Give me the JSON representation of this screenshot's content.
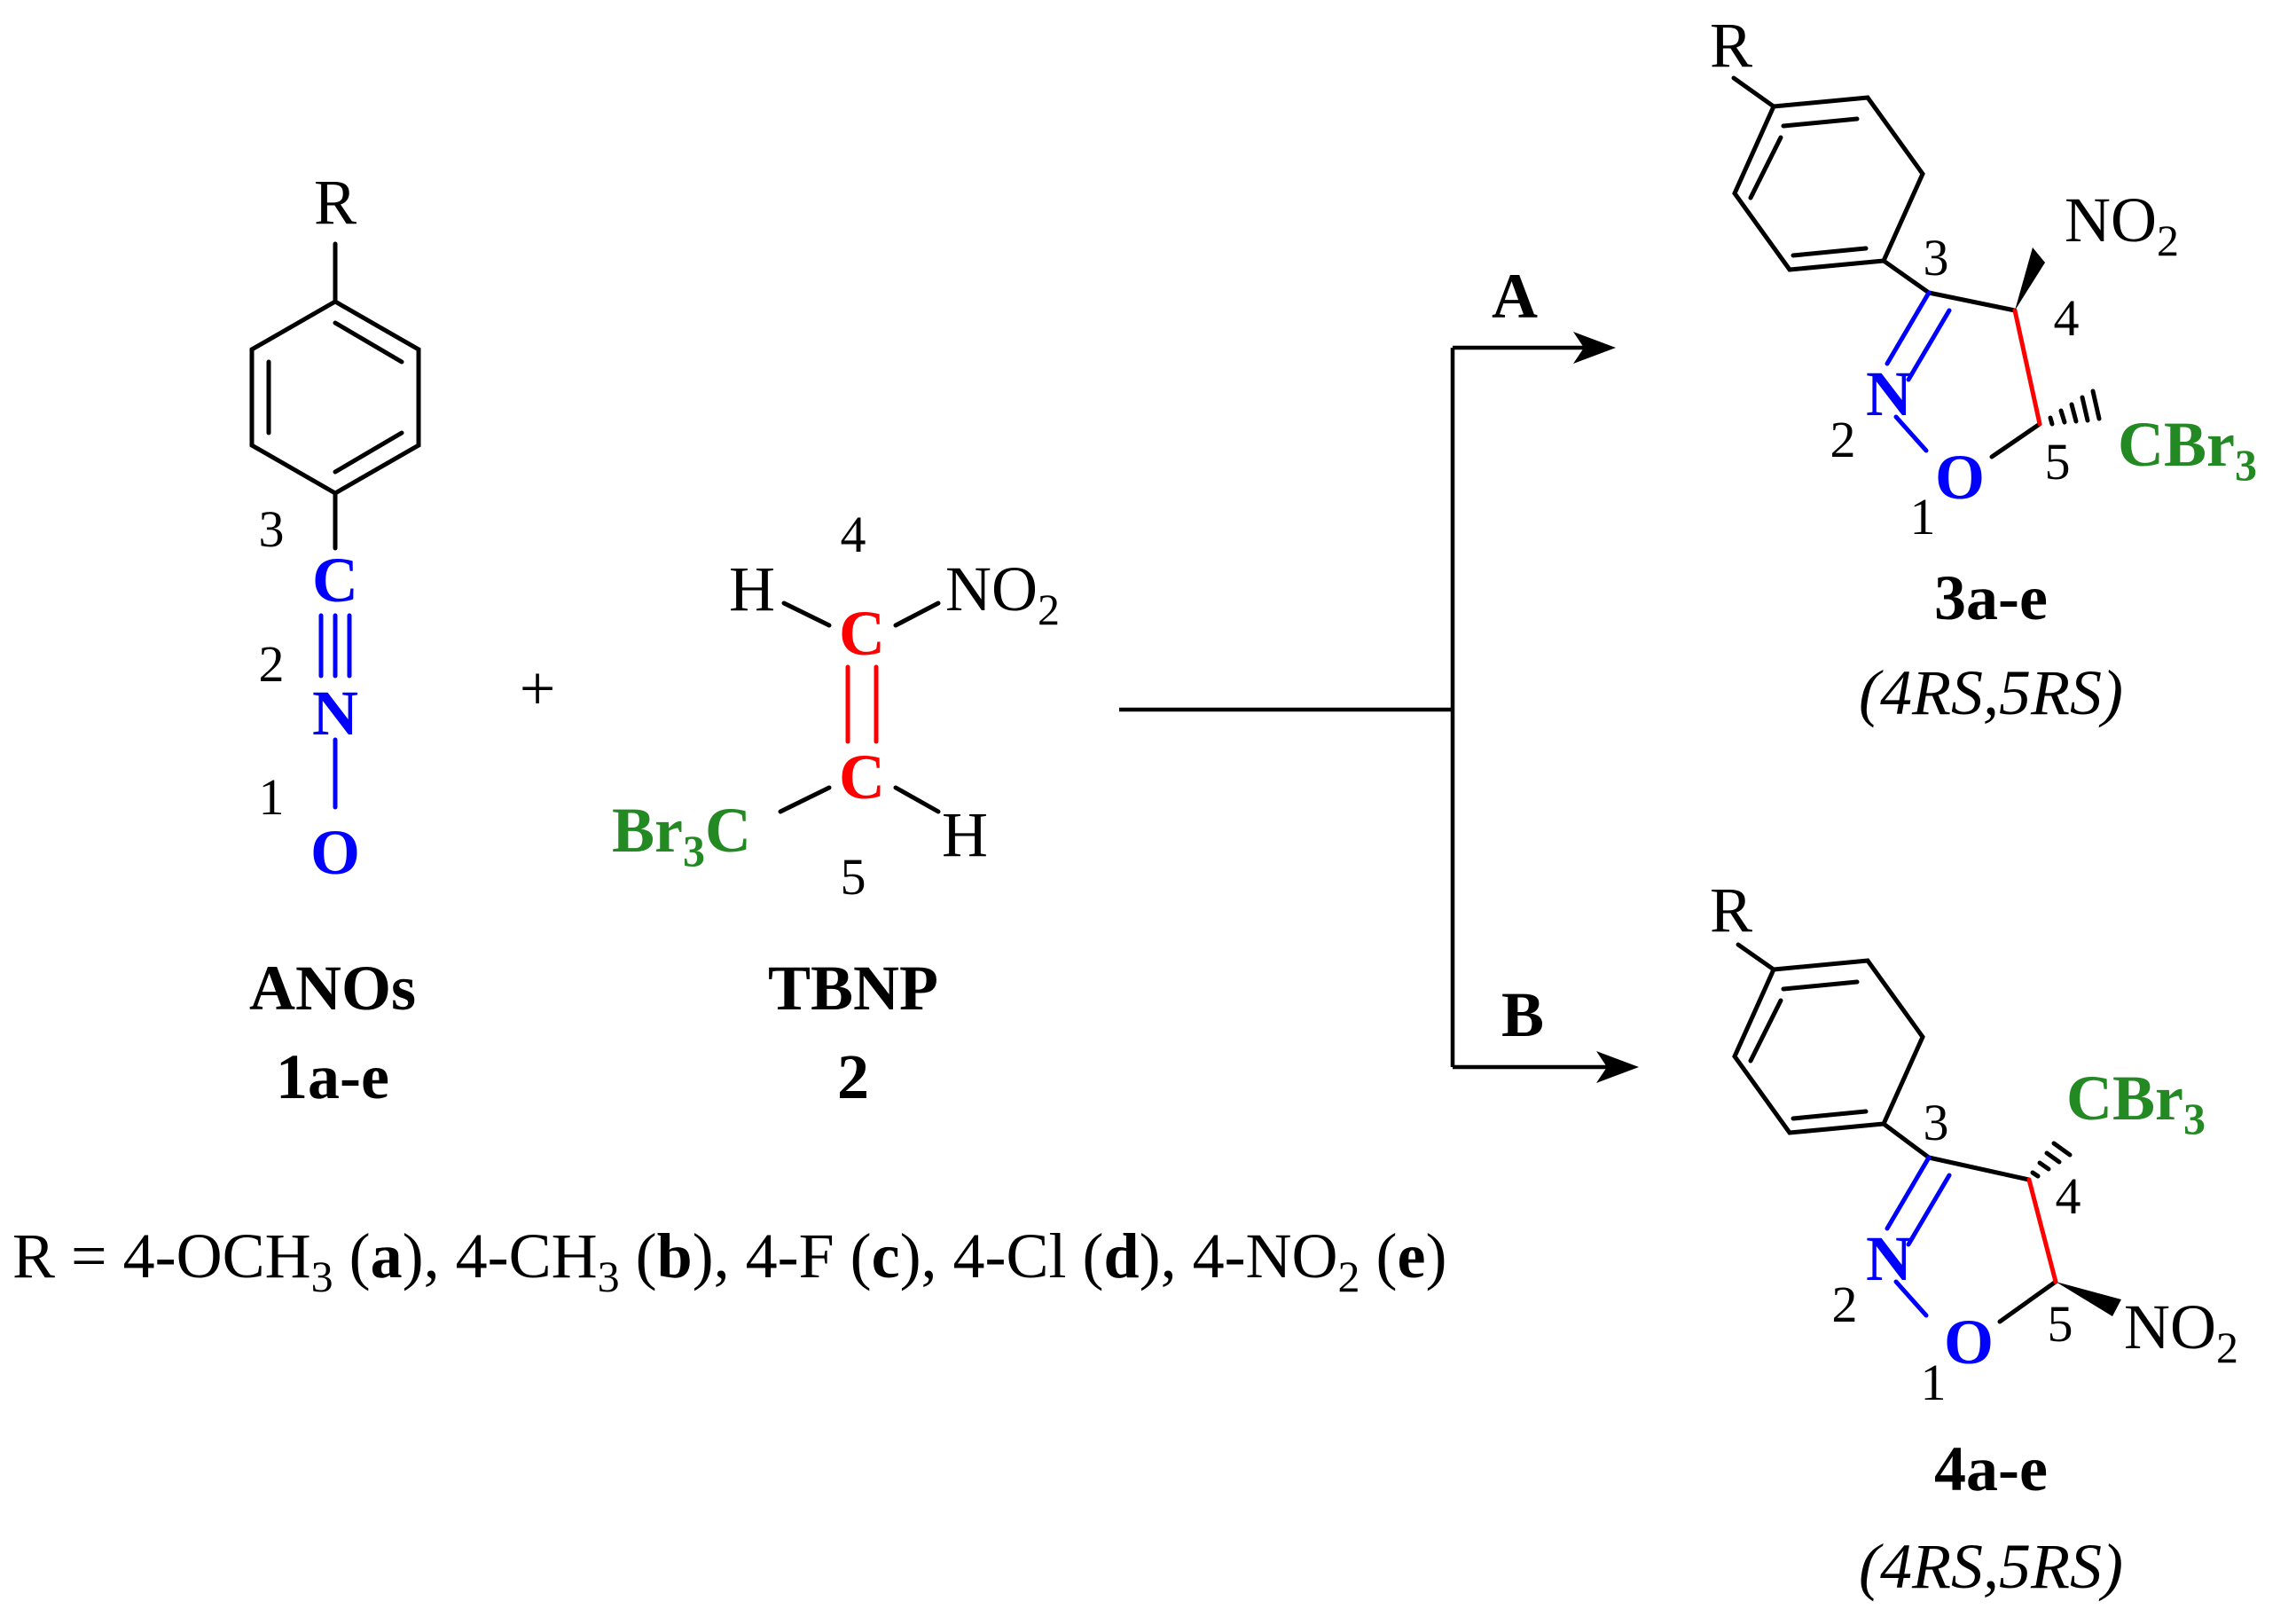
{
  "colors": {
    "text": "#000000",
    "nitrogen_oxygen": "#0000ff",
    "alkene_carbon": "#ff0000",
    "bromine_group": "#238923",
    "background": "#ffffff"
  },
  "reactant1": {
    "R": "R",
    "C": "C",
    "N": "N",
    "O": "O",
    "n3": "3",
    "n2": "2",
    "n1": "1",
    "name": "ANOs",
    "number": "1a-e"
  },
  "plus": "+",
  "reactant2": {
    "H_left": "H",
    "C4": "C",
    "NO": "NO",
    "NO_sub": "2",
    "C5": "C",
    "Br_main": "Br",
    "Br_sub": "3",
    "Br_c": "C",
    "H_right": "H",
    "n4": "4",
    "n5": "5",
    "name": "TBNP",
    "number": "2"
  },
  "pathways": {
    "a_label": "A",
    "b_label": "B"
  },
  "product_3": {
    "R": "R",
    "NO": "NO",
    "NO_sub": "2",
    "CBr": "CBr",
    "CBr_sub": "3",
    "N": "N",
    "O": "O",
    "n1": "1",
    "n2": "2",
    "n3": "3",
    "n4": "4",
    "n5": "5",
    "name": "3a-e",
    "stereo": "(4RS,5RS)"
  },
  "product_4": {
    "R": "R",
    "NO": "NO",
    "NO_sub": "2",
    "CBr": "CBr",
    "CBr_sub": "3",
    "N": "N",
    "O": "O",
    "n1": "1",
    "n2": "2",
    "n3": "3",
    "n4": "4",
    "n5": "5",
    "name": "4a-e",
    "stereo": "(4RS,5RS)"
  },
  "substituents": {
    "prefix": "R = 4-OCH",
    "s_a_sub": "3",
    "s_a_open": " (",
    "s_a_bold": "a",
    "s_a_close": "), 4-CH",
    "s_b_sub": "3",
    "s_b_open": " (",
    "s_b_bold": "b",
    "s_b_close": "), 4-F (",
    "s_c_bold": "c",
    "s_c_close": "), 4-Cl (",
    "s_d_bold": "d",
    "s_d_close": "), 4-NO",
    "s_e_sub": "2",
    "s_e_open": " (",
    "s_e_bold": "e",
    "s_e_close": ")"
  }
}
